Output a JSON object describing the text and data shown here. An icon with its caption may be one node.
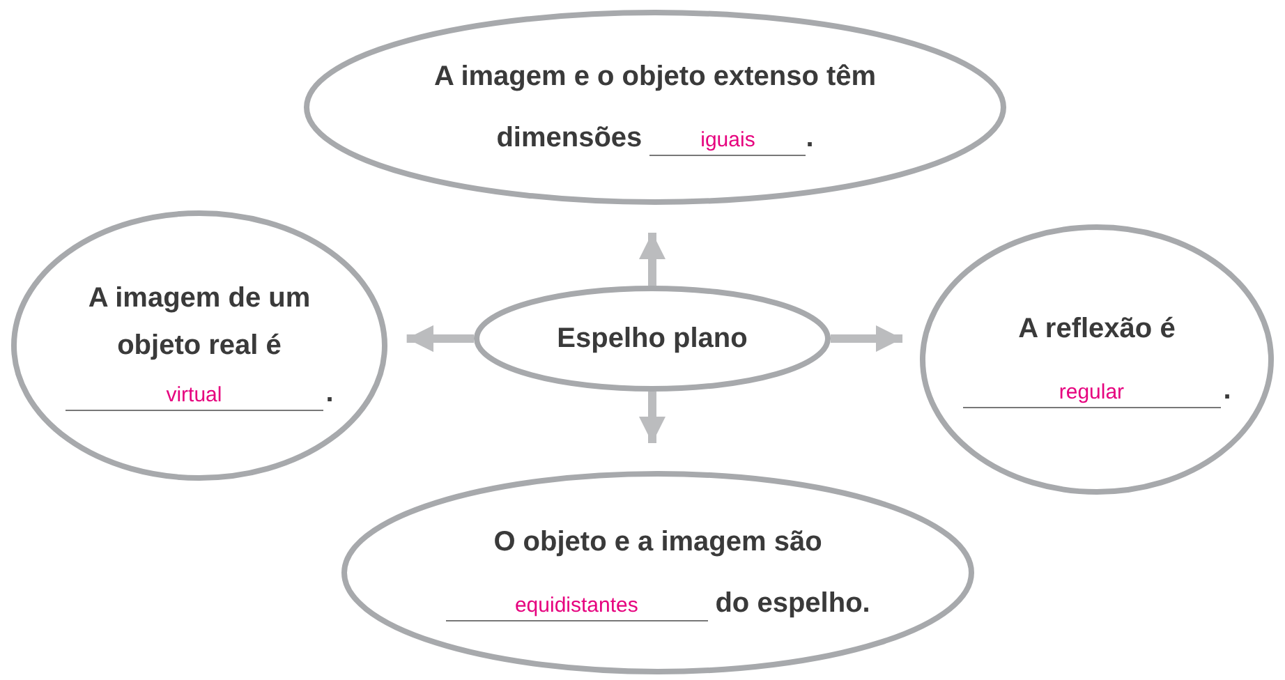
{
  "diagram": {
    "nodes": [
      {
        "text": [
          "A imagem e o objeto extenso têm dimensões",
          "iguais",
          "."
        ]
      },
      {
        "text": [
          "A imagem de um objeto real é",
          "virtual",
          "."
        ]
      },
      {
        "text": [
          "Espelho plano"
        ]
      },
      {
        "text": [
          "A reflexão é",
          "regular",
          "."
        ]
      },
      {
        "text": [
          "O objeto e a imagem são",
          "equidistantes",
          "do espelho."
        ]
      }
    ],
    "edges": [
      {
        "from": 2,
        "to": 0,
        "arrow": "to"
      },
      {
        "from": 2,
        "to": 1,
        "arrow": "to"
      },
      {
        "from": 2,
        "to": 3,
        "arrow": "to"
      },
      {
        "from": 2,
        "to": 4,
        "arrow": "to"
      }
    ]
  }
}
